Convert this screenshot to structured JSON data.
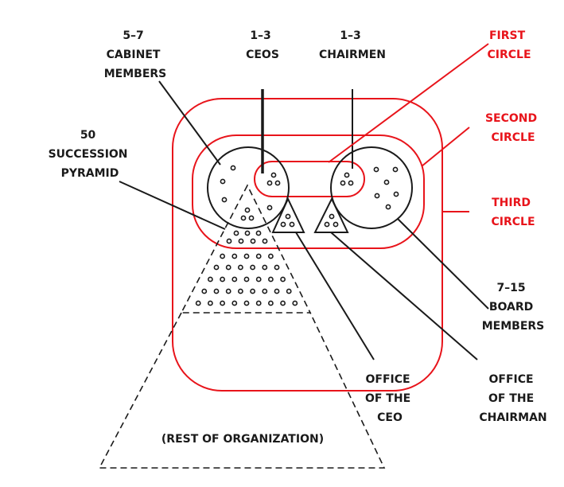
{
  "colors": {
    "circle_red": "#e8141b",
    "line_black": "#1a1a1a"
  },
  "labels": {
    "cabinet": [
      "5–7",
      "CABINET",
      "MEMBERS"
    ],
    "ceos": [
      "1–3",
      "CEOS"
    ],
    "chairmen": [
      "1–3",
      "CHAIRMEN"
    ],
    "first_circle": [
      "FIRST",
      "CIRCLE"
    ],
    "second_circle": [
      "SECOND",
      "CIRCLE"
    ],
    "third_circle": [
      "THIRD",
      "CIRCLE"
    ],
    "succession": [
      "50",
      "SUCCESSION",
      "PYRAMID"
    ],
    "board": [
      "7–15",
      "BOARD",
      "MEMBERS"
    ],
    "office_ceo": [
      "OFFICE",
      "OF THE",
      "CEO"
    ],
    "office_chairman": [
      "OFFICE",
      "OF THE",
      "CHAIRMAN"
    ],
    "rest": "(REST OF ORGANIZATION)"
  }
}
